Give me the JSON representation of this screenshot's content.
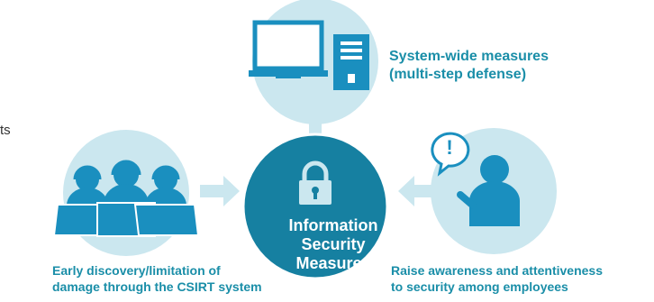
{
  "center": {
    "lines": [
      "Information",
      "Security",
      "Measures"
    ]
  },
  "top_node": {
    "line1": "System-wide measures",
    "line2": "(multi-step defense)"
  },
  "left_node": {
    "line1": "Early discovery/limitation of",
    "line2": "damage through the CSIRT system"
  },
  "right_node": {
    "line1": "Raise awareness and attentiveness",
    "line2": "to security among employees"
  },
  "speech_mark": "!",
  "edge_fragment": "ts",
  "colors": {
    "light_circle": "#cbe7ef",
    "dark_circle": "#1680a1",
    "icon": "#1a8fbf",
    "arrow": "#cbe7ef",
    "text": "#1a8ea8"
  }
}
